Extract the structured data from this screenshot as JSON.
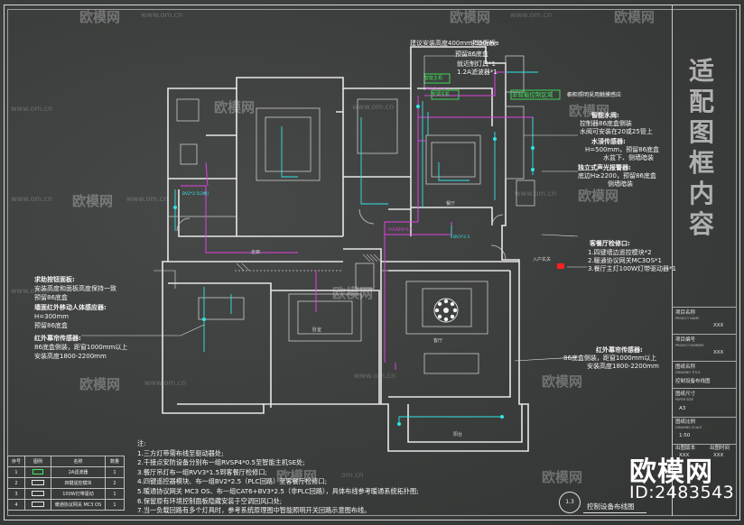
{
  "watermark": {
    "brand": "欧模网",
    "url": "www.om.cn",
    "url_short": "om.cn"
  },
  "frame_hint": [
    "适",
    "配",
    "图",
    "框",
    "内",
    "容"
  ],
  "callouts": {
    "curtain_panel_title": "求助面板:",
    "curtain_panel_1": "建议安装高度400mm-500mm",
    "curtain_panel_2": "预留86底盒",
    "smart_light_title": "就近制灯具*1",
    "smart_light_1": "1.2A滤波器*1",
    "smart_box": "智能主机",
    "smart_box2": "空调主机",
    "control_zone": "非智能控制区域",
    "cabinet_note": "橱柜照明采用触摸感应",
    "water_valve_title": "智能水阀:",
    "water_valve_1": "控制器86底盒侧装",
    "water_valve_2": "水阀可安装在20或25管上",
    "water_sensor_title": "水浸传感器:",
    "water_sensor_1": "H=500mm，预留86底盒",
    "water_sensor_2": "水盆下、侧墙暗装",
    "alarm_title": "独立式声光报警器:",
    "alarm_1": "底边H≥2200，预留86底盒",
    "alarm_2": "侧墙暗装",
    "restaurant_title": "客餐厅检修口:",
    "restaurant_1": "1.四键墙边遥控模块*2",
    "restaurant_2": "2.暖通协议网关MC3OS*1",
    "restaurant_3": "3.餐厅主灯100W灯带驱动器*1",
    "help_title": "求助按钮面板:",
    "help_1": "安装高度和面板高度保持一致",
    "help_2": "预留86底盒",
    "pir_title": "墙面红外移动人体感应器:",
    "pir_1": "H=300mm",
    "pir_2": "预留86底盒",
    "curtain_sensor_title": "红外幕帘传感器:",
    "curtain_sensor_1": "86底盒侧装，距窗1000mm以上",
    "curtain_sensor_2": "安装高度1800-2200mm",
    "curtain_sensor_r_title": "红外幕帘传感器:",
    "curtain_sensor_r_1": "86底盒侧装，距窗1000mm以上",
    "curtain_sensor_r_2": "安装高度1800-2200mm",
    "cable_1": "RVV3*1.5",
    "cable_2": "BV2*2.5(2根)",
    "cable_3": "RVVSP4*0.5",
    "cable_4": "BV3*2.5",
    "room_corridor": "走廊",
    "room_bedroom": "卧室",
    "room_living": "客厅",
    "room_dining": "餐厅",
    "room_balcony": "阳台",
    "room_entry": "入户玄关"
  },
  "legend": {
    "headers": [
      "序号",
      "图例",
      "名称",
      "数量"
    ],
    "rows": [
      {
        "no": "1",
        "name": "2A滤波器",
        "qty": "1"
      },
      {
        "no": "2",
        "name": "四键遥控模块",
        "qty": "2"
      },
      {
        "no": "3",
        "name": "100W灯带驱动",
        "qty": "1"
      },
      {
        "no": "4",
        "name": "暖通协议网关 MC3 OS",
        "qty": "1"
      }
    ]
  },
  "notes": {
    "title": "注:",
    "lines": [
      "1.三方灯带需布线至驱动器处;",
      "2.干接点安防设备分别布一组RVSP4*0.5至智能主机SE处;",
      "3.餐厅吊灯布一组RVV3*1.5到客餐厅检修口;",
      "4.四键遥控器模块、布一组BV2*2.5（PLC回路）至客餐厅检修口;",
      "5.暖通协议网关 MC3 OS、布一组CAT6+BV3*2.5（非PLC回路），具体布线参考暖通系统拓扑图;",
      "6.保留原有环境控制面板隐藏安装于空调回风口处;",
      "7.当一负载回路有多个灯具时，参考系统原理图中智能照明开关回路示意图布线。"
    ]
  },
  "sheet": {
    "number": "1.3",
    "title": "控制设备布线图"
  },
  "title_block": {
    "project_name": "项目名称",
    "project_name_en": "PROJECT NAME",
    "project_name_val": "XXX",
    "project_no": "项目编号",
    "project_no_en": "PROJECT NUMBER",
    "project_no_val": "XXX",
    "drawing_name": "图纸名称",
    "drawing_name_en": "DRAWING TITLE",
    "drawing_name_val": "控制设备布线图",
    "size": "图纸尺寸",
    "size_en": "PAPER SIZE",
    "size_val": "A3",
    "scale": "图纸比例",
    "scale_en": "DRAWING SCALE",
    "scale_val": "1:50",
    "version": "出图版本",
    "version_val": "XXX",
    "date": "出图时间",
    "date_val": "XXX"
  },
  "logo": {
    "brand": "欧模网",
    "id": "ID:2483543"
  },
  "colors": {
    "background": "#3b3d3c",
    "wall": "#e6e6e6",
    "magenta_wire": "#e040e0",
    "cyan_wire": "#30e6e6",
    "green_label": "#3ee85a",
    "red_marker": "#ff2020"
  }
}
